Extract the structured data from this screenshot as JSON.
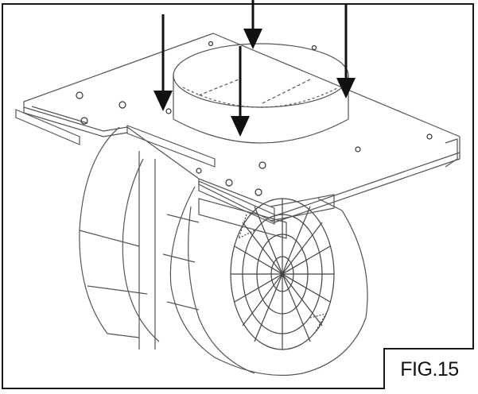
{
  "figure": {
    "label": "FIG.15"
  },
  "colors": {
    "line": "#1a1a1a",
    "sketch": "#555555",
    "arrow": "#111111"
  },
  "arrows": {
    "count": 4,
    "direction": "down"
  }
}
